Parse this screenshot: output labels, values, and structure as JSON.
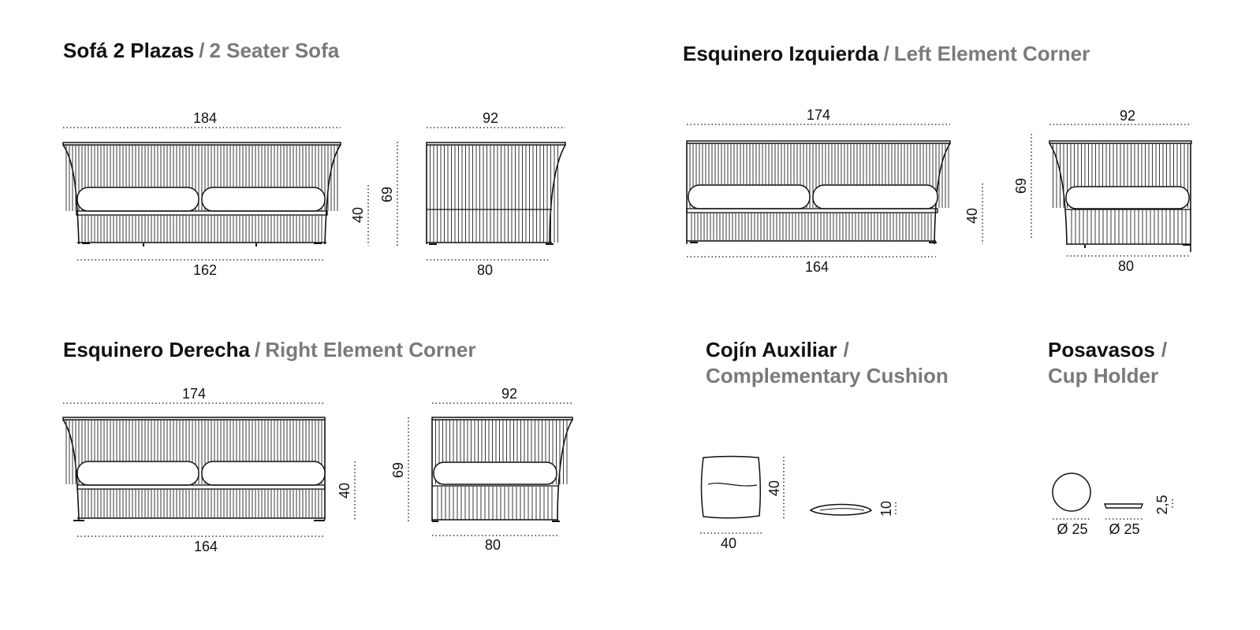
{
  "sections": {
    "sofa2": {
      "es": "Sofá 2 Plazas",
      "sep": "/",
      "en": "2 Seater Sofa"
    },
    "left_corner": {
      "es": "Esquinero Izquierda",
      "sep": "/",
      "en": "Left Element Corner"
    },
    "right_corner": {
      "es": "Esquinero Derecha",
      "sep": "/",
      "en": "Right Element Corner"
    },
    "cushion": {
      "es": "Cojín Auxiliar",
      "sep": "/",
      "en": "Complementary Cushion"
    },
    "cup_holder": {
      "es": "Posavasos",
      "sep": "/",
      "en": "Cup Holder"
    }
  },
  "dimensions": {
    "sofa2": {
      "width_top": "184",
      "width_bottom": "162",
      "seat_height": "40",
      "height": "69",
      "depth_top": "92",
      "depth_bottom": "80"
    },
    "left_corner": {
      "width_top": "174",
      "width_bottom": "164",
      "seat_height": "40",
      "height": "69",
      "depth_top": "92",
      "depth_bottom": "80"
    },
    "right_corner": {
      "width_top": "174",
      "width_bottom": "164",
      "seat_height": "40",
      "height": "69",
      "depth_top": "92",
      "depth_bottom": "80"
    },
    "cushion": {
      "width": "40",
      "height": "40",
      "thickness": "10"
    },
    "cup_holder": {
      "diameter_top": "Ø 25",
      "diameter_side": "Ø 25",
      "thickness": "2,5"
    }
  }
}
